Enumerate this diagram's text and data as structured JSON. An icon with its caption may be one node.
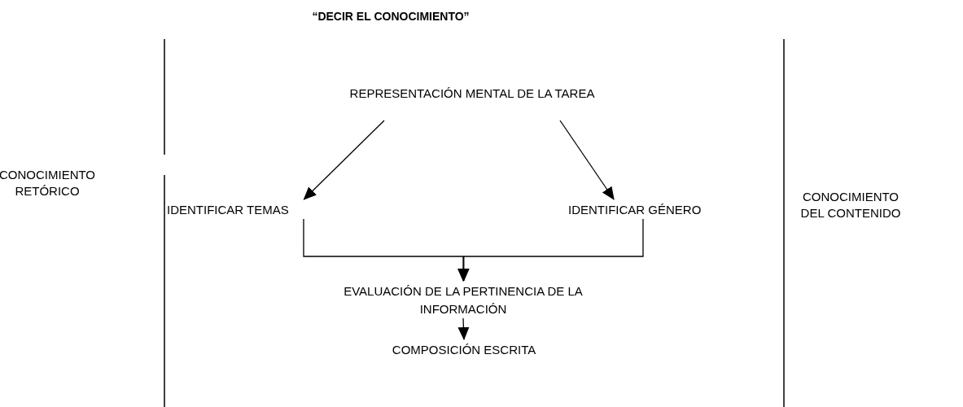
{
  "diagram": {
    "title": "“DECIR EL CONOCIMIENTO”",
    "nodes": [
      {
        "text": [
          "REPRESENTACIÓN MENTAL DE LA TAREA"
        ]
      },
      {
        "text": [
          "IDENTIFICAR TEMAS"
        ]
      },
      {
        "text": [
          "IDENTIFICAR GÉNERO"
        ]
      },
      {
        "text": [
          "EVALUACIÓN DE LA PERTINENCIA DE LA INFORMACIÓN"
        ]
      },
      {
        "text": [
          "COMPOSICIÓN ESCRITA"
        ]
      }
    ],
    "edges": [
      {
        "from": 0,
        "to": 1,
        "arrow": "to"
      },
      {
        "from": 0,
        "to": 2,
        "arrow": "to"
      },
      {
        "from": 1,
        "to": 3,
        "arrow": "to"
      },
      {
        "from": 2,
        "to": 3,
        "arrow": "to"
      },
      {
        "from": 3,
        "to": 4,
        "arrow": "to"
      }
    ],
    "labels": [
      "CONOCIMIENTO RETÓRICO",
      "CONOCIMIENTO DEL CONTENIDO"
    ]
  }
}
